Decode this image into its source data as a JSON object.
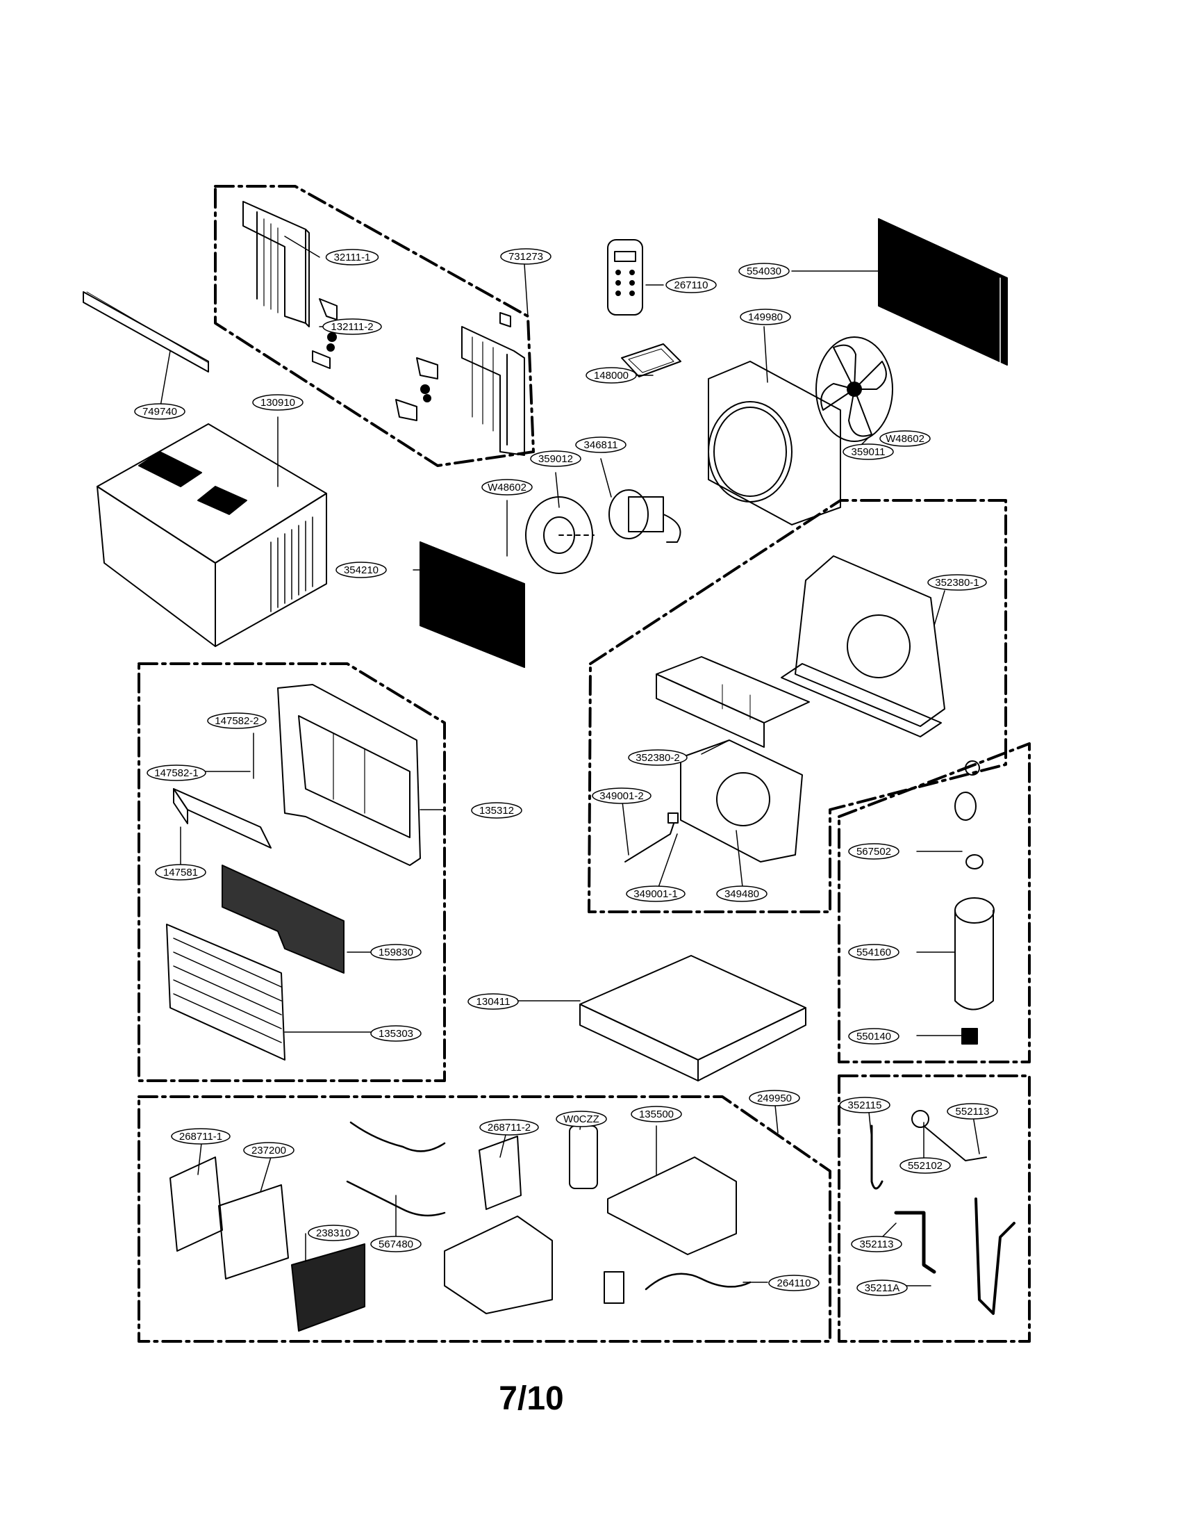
{
  "page": {
    "number_label": "7/10"
  },
  "part_labels": [
    "32111-1",
    "731273",
    "267110",
    "554030",
    "132111-2",
    "149980",
    "148000",
    "749740",
    "130910",
    "346811",
    "359012",
    "W48602",
    "W48602",
    "359011",
    "354210",
    "352380-1",
    "147582-2",
    "147582-1",
    "352380-2",
    "135312",
    "349001-2",
    "147581",
    "567502",
    "349001-1",
    "349480",
    "159830",
    "554160",
    "130411",
    "135303",
    "550140",
    "249950",
    "352115",
    "552113",
    "268711-1",
    "237200",
    "268711-2",
    "W0CZZ",
    "135500",
    "552102",
    "238310",
    "567480",
    "352113",
    "35211A",
    "264110"
  ]
}
